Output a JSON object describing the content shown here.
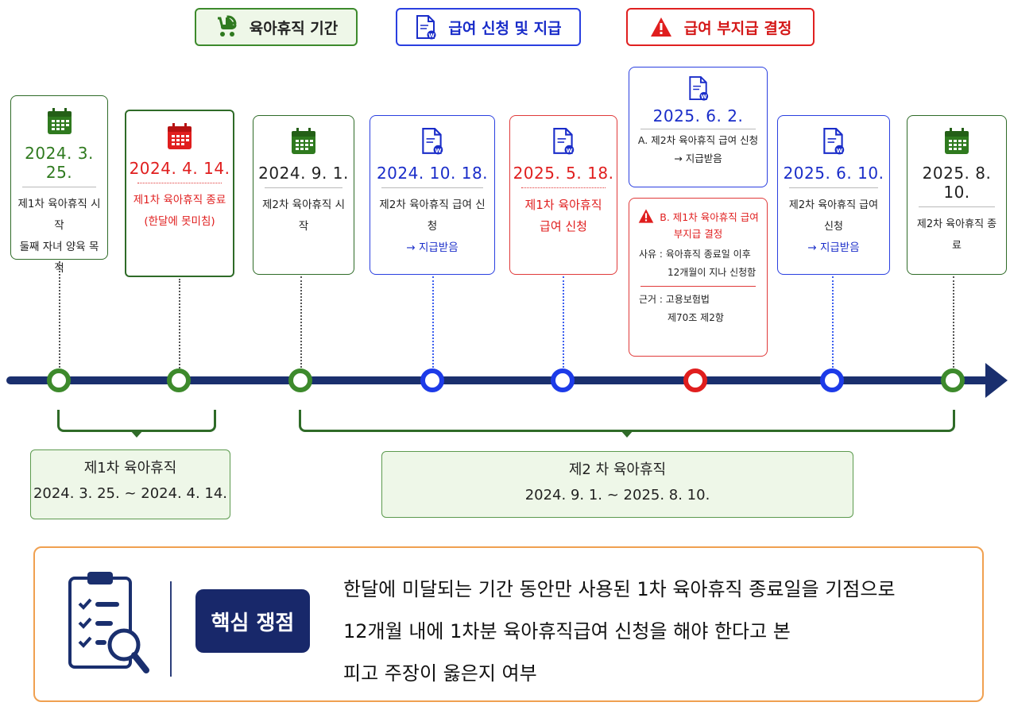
{
  "legend": {
    "leave_period": "육아휴직 기간",
    "benefit_apply_paid": "급여 신청 및 지급",
    "benefit_denied": "급여 부지급 결정"
  },
  "events": {
    "e1": {
      "date": "2024. 3. 25.",
      "line1": "제1차 육아휴직 시작",
      "line2": "둘째 자녀 양육 목적"
    },
    "e2": {
      "date": "2024. 4. 14.",
      "line1": "제1차 육아휴직 종료",
      "line2": "(한달에 못미침)"
    },
    "e3": {
      "date": "2024. 9. 1.",
      "line1": "제2차 육아휴직 시작"
    },
    "e4": {
      "date": "2024. 10. 18.",
      "line1": "제2차 육아휴직 급여 신청",
      "line2": "→ 지급받음"
    },
    "e5": {
      "date": "2025. 5. 18.",
      "line1": "제1차 육아휴직",
      "line2": "급여 신청"
    },
    "e6a": {
      "date": "2025. 6. 2.",
      "line1": "A. 제2차 육아휴직 급여 신청",
      "line2": "→ 지급받음"
    },
    "e6b": {
      "title1": "B. 제1차 육아휴직 급여",
      "title2": "부지급 결정",
      "reason1": "사유 : 육아휴직 종료일 이후",
      "reason2": "12개월이 지나 신청함",
      "basis1": "근거 : 고용보험법",
      "basis2": "제70조 제2항"
    },
    "e7": {
      "date": "2025. 6. 10.",
      "line1": "제2차 육아휴직 급여 신청",
      "line2": "→ 지급받음"
    },
    "e8": {
      "date": "2025. 8. 10.",
      "line1": "제2차 육아휴직 종료"
    }
  },
  "periods": {
    "first": {
      "label": "제1차 육아휴직",
      "range": "2024. 3. 25. ~ 2024. 4. 14."
    },
    "second": {
      "label": "제2 차 육아휴직",
      "range": "2024. 9. 1. ~ 2025. 8. 10."
    }
  },
  "issue": {
    "badge": "핵심 쟁점",
    "line1": "한달에 미달되는 기간 동안만 사용된 1차 육아휴직 종료일을 기점으로",
    "line2": "12개월 내에 1차분 육아휴직급여 신청을 해야 한다고 본",
    "line3": "피고 주장이 옳은지 여부"
  },
  "colors": {
    "green": "#3d8a2c",
    "blue": "#1d3be8",
    "red": "#e01e1e",
    "navy": "#1a2f6e",
    "orange": "#f0a050"
  }
}
